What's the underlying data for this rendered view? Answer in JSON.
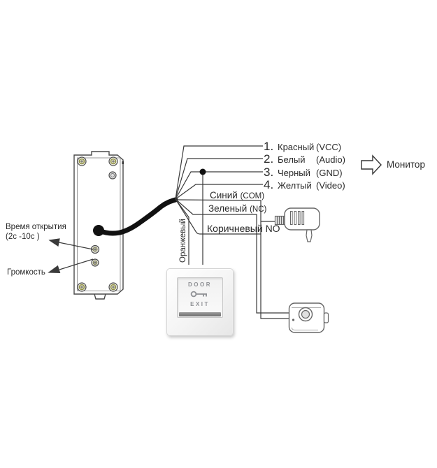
{
  "diagram_title": "door-phone-wiring-diagram",
  "wires": {
    "numbered": [
      {
        "num": "1.",
        "name": "Красный",
        "type": "(VCC)"
      },
      {
        "num": "2.",
        "name": "Белый",
        "type": "(Audio)"
      },
      {
        "num": "3.",
        "name": "Черный",
        "type": "(GND)"
      },
      {
        "num": "4.",
        "name": "Желтый",
        "type": "(Video)"
      }
    ],
    "relay": {
      "blue_name": "Синий",
      "blue_type": "(COM)",
      "green_name": "Зеленый",
      "green_type": "(NC)",
      "brown": "Коричневый NO",
      "orange": "Оранжевый"
    }
  },
  "monitor": {
    "label": "Монитор"
  },
  "panel": {
    "open_time_line1": "Время открытия",
    "open_time_line2": "(2с -10с )",
    "volume": "Громкость"
  },
  "exit_button": {
    "top": "DOOR",
    "bottom": "EXIT"
  },
  "icons": {
    "monitor_arrow": "right-block-arrow",
    "power_adapter": "wall-plug-adapter",
    "lock": "electric-strike-lock",
    "exit_key": "key-icon"
  },
  "colors": {
    "wire": "#3a3a3a",
    "cable": "#111111",
    "outline": "#666666",
    "screw_ring": "#8f8f45",
    "button_text": "#8e9094"
  }
}
